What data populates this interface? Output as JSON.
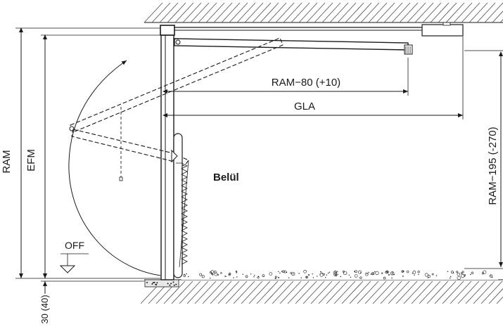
{
  "labels": {
    "ram": "RAM",
    "efm": "EFM",
    "ram_minus_80": "RAM−80 (+10)",
    "gla": "GLA",
    "ram_minus_195": "RAM−195 (-270)",
    "belul": "Belül",
    "off": "OFF",
    "floor_offset": "30 (40)"
  },
  "colors": {
    "line": "#1a1a1a",
    "hatch": "#555555",
    "background": "#ffffff"
  }
}
